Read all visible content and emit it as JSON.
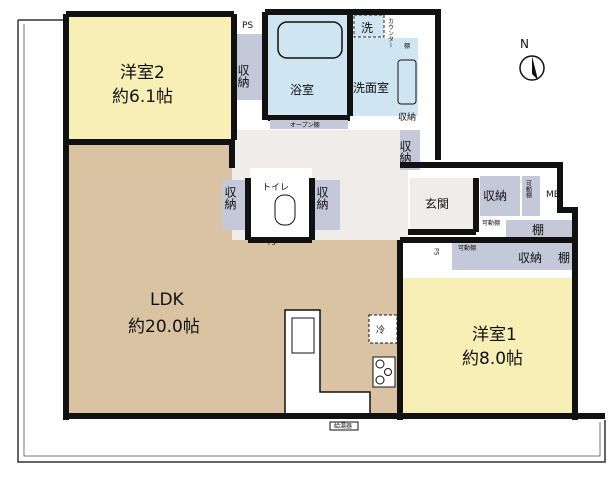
{
  "colors": {
    "western_room": "#f7efb6",
    "ldk": "#d9c3a3",
    "wet_area": "#cfe6f2",
    "storage": "#c4c8d8",
    "hall": "#efedea",
    "wall": "#111111"
  },
  "rooms": {
    "western2": {
      "name": "洋室2",
      "size": "約6.1帖"
    },
    "western1": {
      "name": "洋室1",
      "size": "約8.0帖"
    },
    "ldk": {
      "name": "LDK",
      "size": "約20.0帖"
    },
    "bath": "浴室",
    "washroom": "洗面室",
    "toilet": "トイレ",
    "entrance": "玄関"
  },
  "labels": {
    "storage": "収納",
    "ps": "PS",
    "mb": "MB",
    "washer": "洗",
    "shelf": "棚",
    "open_shelf": "オープン棚",
    "movable_shelf": "可動棚",
    "fridge": "冷",
    "water_heater": "給湯器",
    "counter": "カウンター"
  },
  "compass": {
    "north": "N",
    "icon": "north-arrow-icon"
  }
}
